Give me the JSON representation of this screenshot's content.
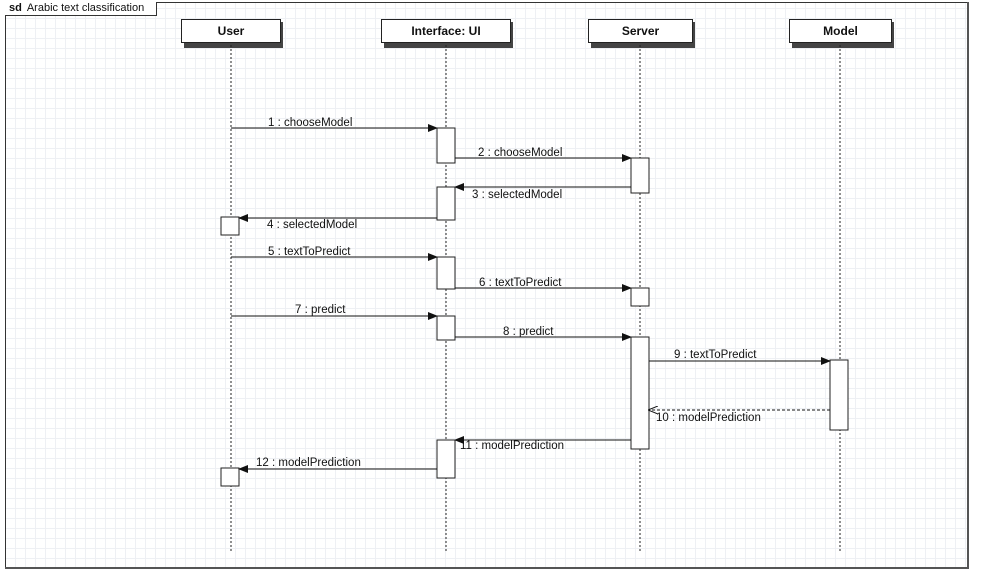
{
  "frame": {
    "keyword": "sd",
    "title": "Arabic text classification"
  },
  "lifelines": [
    {
      "id": "user",
      "label": "User"
    },
    {
      "id": "ui",
      "label": "Interface: UI"
    },
    {
      "id": "server",
      "label": "Server"
    },
    {
      "id": "model",
      "label": "Model"
    }
  ],
  "messages": [
    {
      "label": "1 : chooseModel",
      "from": "user",
      "to": "ui",
      "kind": "sync"
    },
    {
      "label": "2 : chooseModel",
      "from": "ui",
      "to": "server",
      "kind": "sync"
    },
    {
      "label": "3 : selectedModel",
      "from": "server",
      "to": "ui",
      "kind": "sync"
    },
    {
      "label": "4 : selectedModel",
      "from": "ui",
      "to": "user",
      "kind": "sync"
    },
    {
      "label": "5 : textToPredict",
      "from": "user",
      "to": "ui",
      "kind": "sync"
    },
    {
      "label": "6 : textToPredict",
      "from": "ui",
      "to": "server",
      "kind": "sync"
    },
    {
      "label": "7 : predict",
      "from": "user",
      "to": "ui",
      "kind": "sync"
    },
    {
      "label": "8 : predict",
      "from": "ui",
      "to": "server",
      "kind": "sync"
    },
    {
      "label": "9 : textToPredict",
      "from": "server",
      "to": "model",
      "kind": "sync"
    },
    {
      "label": "10 : modelPrediction",
      "from": "model",
      "to": "server",
      "kind": "return"
    },
    {
      "label": "11 : modelPrediction",
      "from": "server",
      "to": "ui",
      "kind": "sync"
    },
    {
      "label": "12 : modelPrediction",
      "from": "ui",
      "to": "user",
      "kind": "sync"
    }
  ]
}
